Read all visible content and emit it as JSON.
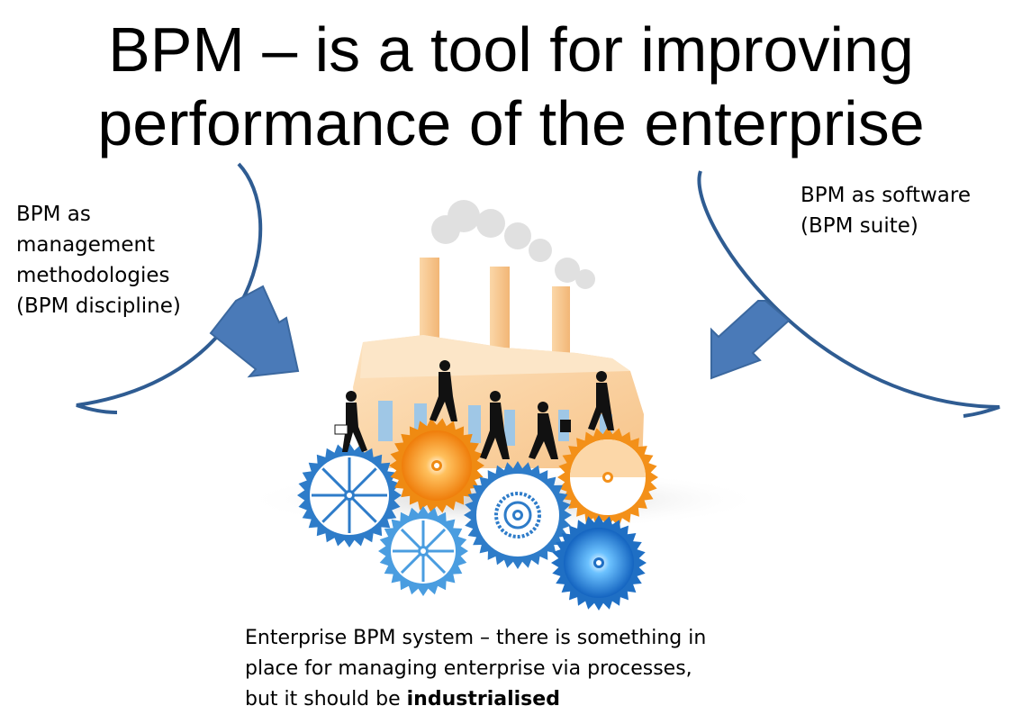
{
  "title": {
    "line1": "BPM – is a tool for improving",
    "line2": "performance of the enterprise"
  },
  "left_label": {
    "line1": "BPM as",
    "line2": "management",
    "line3": "methodologies",
    "line4": "(BPM discipline)"
  },
  "right_label": {
    "line1": "BPM as software",
    "line2": "(BPM suite)"
  },
  "bottom_text": {
    "line1": "Enterprise BPM system – there is something in",
    "line2": "place for managing enterprise via processes,",
    "line3_prefix": "but it should be ",
    "line3_bold": "industrialised"
  },
  "colors": {
    "arrow": "#4a7ab8",
    "curve": "#2f5c92",
    "factory": "#f9d3a3",
    "gear_blue": "#2e7cc9",
    "gear_orange": "#f39019",
    "silhouette": "#111111"
  }
}
